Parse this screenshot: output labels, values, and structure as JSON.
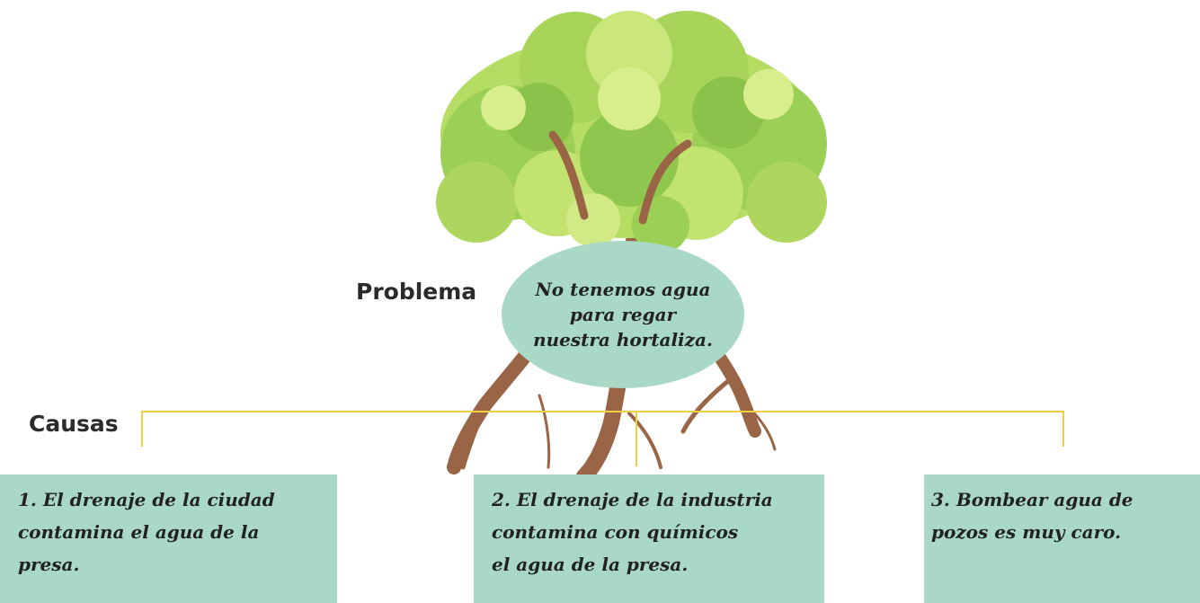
{
  "problem": {
    "label": "Problema",
    "text": "No tenemos agua para regar nuestra hortaliza."
  },
  "causes": {
    "label": "Causas",
    "items": [
      "1. El drenaje de la ciudad\n   contamina el agua de la\n   presa.",
      "2. El drenaje de la industria\n   contamina con químicos\n   el agua de la presa.",
      "3. Bombear agua de\n     pozos es muy caro."
    ]
  },
  "colors": {
    "box_fill": "#a9d9c6",
    "connector": "#f2cf3c",
    "foliage": "#9ccf55",
    "trunk": "#9a6446"
  },
  "icons": [
    "tree-illustration"
  ]
}
